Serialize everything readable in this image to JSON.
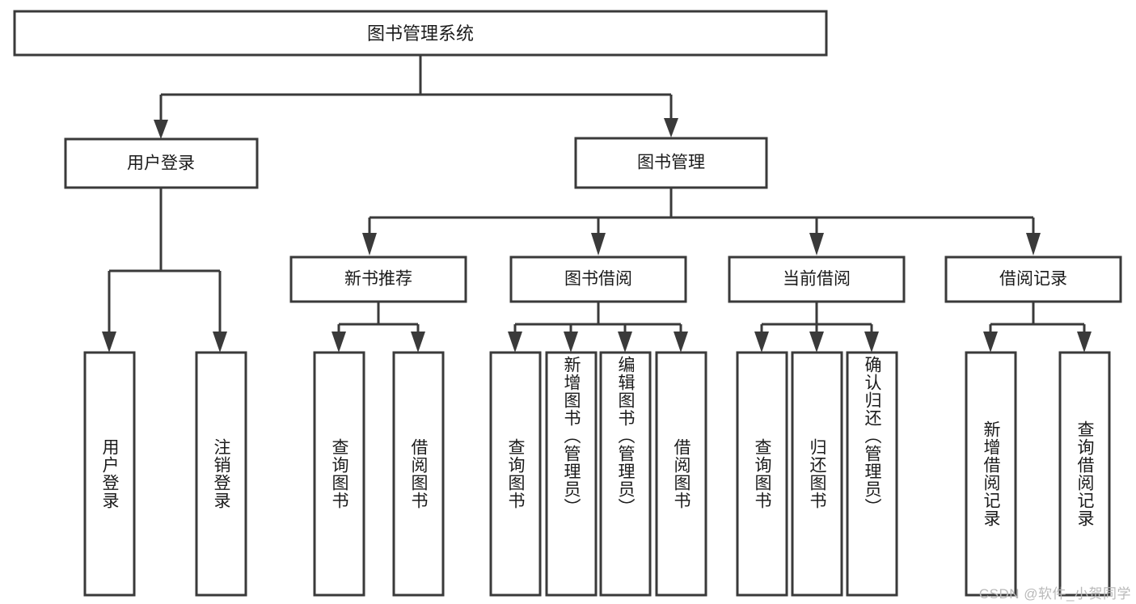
{
  "diagram": {
    "title": "图书管理系统",
    "type": "tree",
    "watermark": "CSDN @软件_小贺同学",
    "colors": {
      "box_stroke": "#3a3a3a",
      "box_fill": "#ffffff",
      "connector": "#3a3a3a",
      "text": "#1b1b1b",
      "watermark": "#b9b9b9",
      "background": "#ffffff"
    },
    "root": {
      "label": "图书管理系统"
    },
    "level2": [
      {
        "label": "用户登录"
      },
      {
        "label": "图书管理"
      }
    ],
    "level3": [
      {
        "label": "新书推荐"
      },
      {
        "label": "图书借阅"
      },
      {
        "label": "当前借阅"
      },
      {
        "label": "借阅记录"
      }
    ],
    "leaves": {
      "user_login": [
        {
          "label": "用户登录"
        },
        {
          "label": "注销登录"
        }
      ],
      "new_book_recommend": [
        {
          "label": "查询图书"
        },
        {
          "label": "借阅图书"
        }
      ],
      "book_borrow": [
        {
          "label": "查询图书"
        },
        {
          "label": "新增图书（管理员）"
        },
        {
          "label": "编辑图书（管理员）"
        },
        {
          "label": "借阅图书"
        }
      ],
      "current_borrow": [
        {
          "label": "查询图书"
        },
        {
          "label": "归还图书"
        },
        {
          "label": "确认归还（管理员）"
        }
      ],
      "borrow_record": [
        {
          "label": "新增借阅记录"
        },
        {
          "label": "查询借阅记录"
        }
      ]
    }
  }
}
